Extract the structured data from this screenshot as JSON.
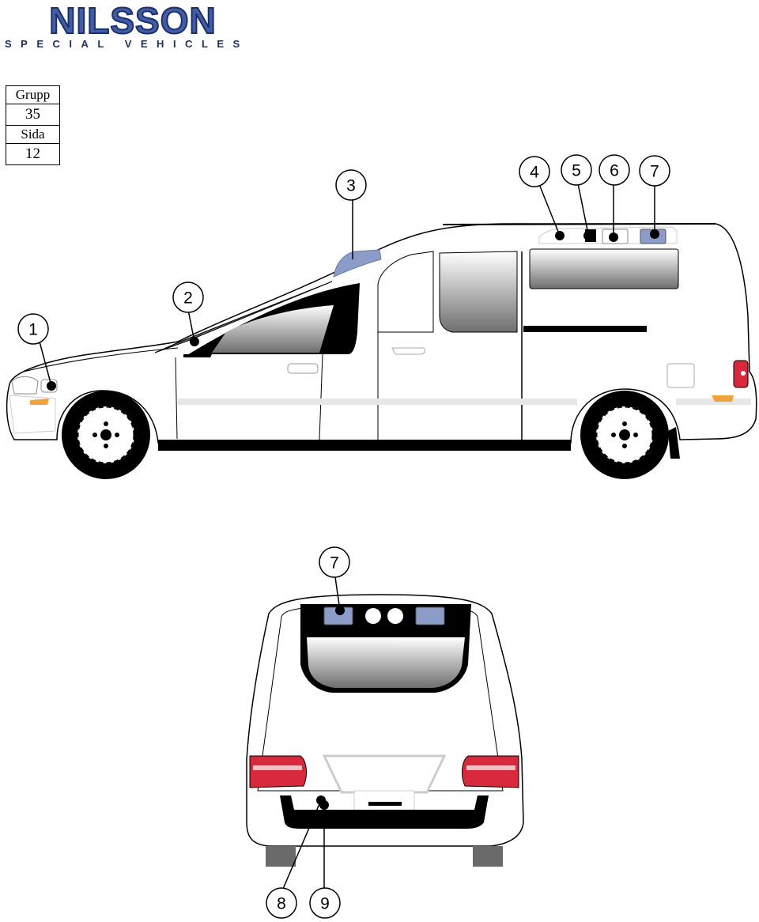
{
  "brand": {
    "name": "NILSSON",
    "subtitle": "SPECIAL VEHICLES",
    "color_primary": "#3f5ea6",
    "color_dark": "#1d2e6a"
  },
  "info_table": {
    "group_label": "Grupp",
    "group_value": "35",
    "page_label": "Sida",
    "page_value": "12"
  },
  "side_view": {
    "callouts": [
      "1",
      "2",
      "3",
      "4",
      "5",
      "6",
      "7"
    ]
  },
  "rear_view": {
    "callouts": [
      "7",
      "8",
      "9"
    ]
  },
  "colors": {
    "light_blue": "#8c9cc8",
    "tail_red": "#d8283c",
    "indicator_orange": "#f2a23c",
    "window_gray": "#7a7a7a"
  }
}
